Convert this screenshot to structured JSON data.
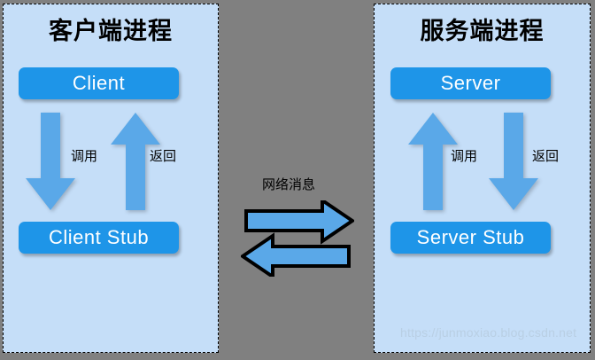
{
  "diagram": {
    "background_color": "#808080",
    "panel_color": "#c5def8",
    "node_color": "#1e95e8",
    "arrow_color": "#5aa8e8",
    "left_panel": {
      "title": "客户端进程",
      "top_node": "Client",
      "bottom_node": "Client Stub",
      "arrows": [
        {
          "name": "call",
          "label": "调用",
          "direction": "down"
        },
        {
          "name": "return",
          "label": "返回",
          "direction": "up"
        }
      ]
    },
    "right_panel": {
      "title": "服务端进程",
      "top_node": "Server",
      "bottom_node": "Server Stub",
      "arrows": [
        {
          "name": "call",
          "label": "调用",
          "direction": "up"
        },
        {
          "name": "return",
          "label": "返回",
          "direction": "down"
        }
      ]
    },
    "middle": {
      "label": "网络消息",
      "arrows": [
        {
          "name": "request",
          "direction": "right"
        },
        {
          "name": "response",
          "direction": "left"
        }
      ]
    },
    "watermark": "https://junmoxiao.blog.csdn.net"
  }
}
